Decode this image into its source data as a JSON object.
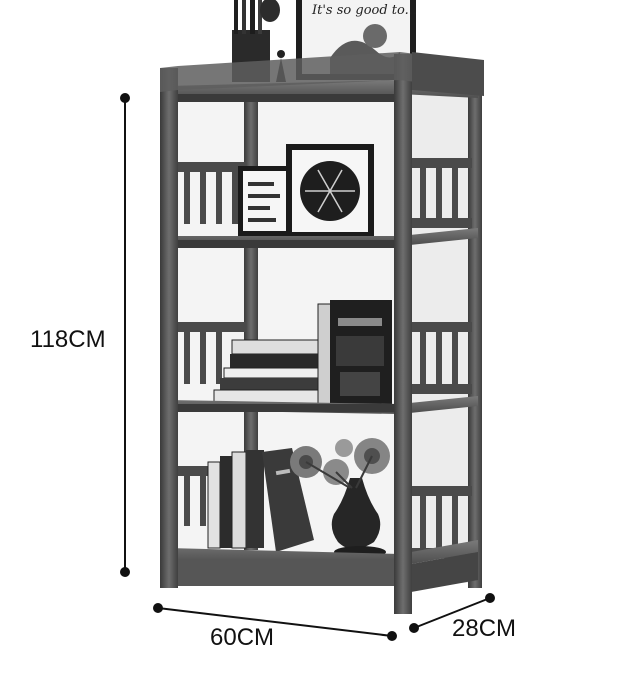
{
  "dimensions": {
    "height_label": "118CM",
    "width_label": "60CM",
    "depth_label": "28CM"
  },
  "decor": {
    "poster_text": "It's so good to..."
  },
  "colors": {
    "frame_dark": "#2b2b2b",
    "frame_mid": "#5a5a5a",
    "frame_light": "#8a8a8a",
    "background": "#ffffff"
  }
}
